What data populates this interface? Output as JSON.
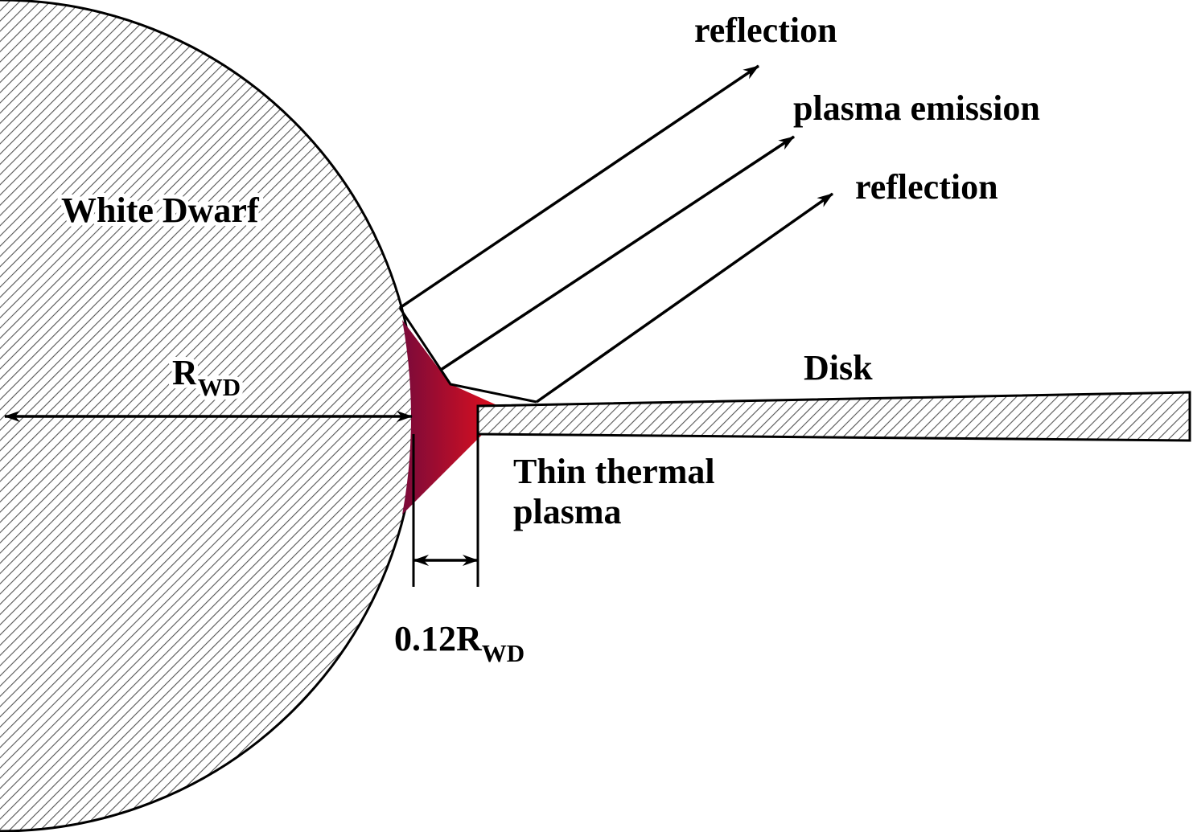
{
  "labels": {
    "white_dwarf": "White Dwarf",
    "radius_main": "R",
    "radius_sub": "WD",
    "disk": "Disk",
    "reflection_top": "reflection",
    "plasma_emission": "plasma emission",
    "reflection_bottom": "reflection",
    "thin_thermal_line1": "Thin thermal",
    "thin_thermal_line2": "plasma",
    "width_main": "0.12R",
    "width_sub": "WD"
  },
  "colors": {
    "stroke": "#000000",
    "hatch": "#555555",
    "plasma_gradient_start": "#7a0a3a",
    "plasma_gradient_end": "#e0101e"
  },
  "icons": {
    "radius_arrow": "double-headed-arrow",
    "width_arrow": "double-headed-arrow",
    "emission_arrows": "arrow-up-right"
  }
}
